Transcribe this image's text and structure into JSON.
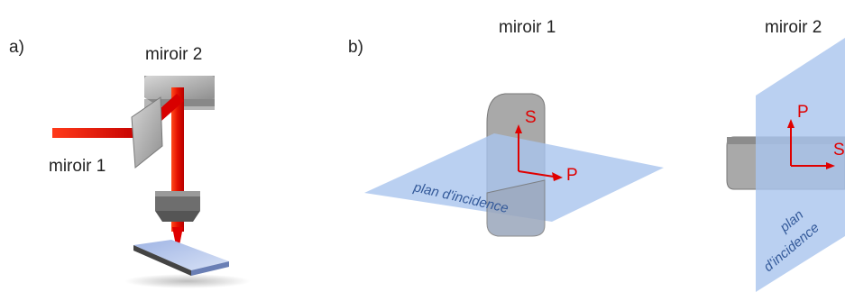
{
  "panel_a": {
    "tag": "a)",
    "mirror2_label": "miroir 2",
    "mirror1_label": "miroir 1"
  },
  "panel_b": {
    "tag": "b)",
    "mirror1": {
      "title": "miroir 1",
      "axis_s": "S",
      "axis_p": "P",
      "plane_label": "plan d'incidence"
    },
    "mirror2": {
      "title": "miroir 2",
      "axis_p": "P",
      "axis_s": "S",
      "plane_label_line1": "plan",
      "plane_label_line2": "d'incidence"
    }
  },
  "colors": {
    "beam": "#e00000",
    "plane": "#a9c4ee",
    "mirror": "#b8b8b8"
  }
}
